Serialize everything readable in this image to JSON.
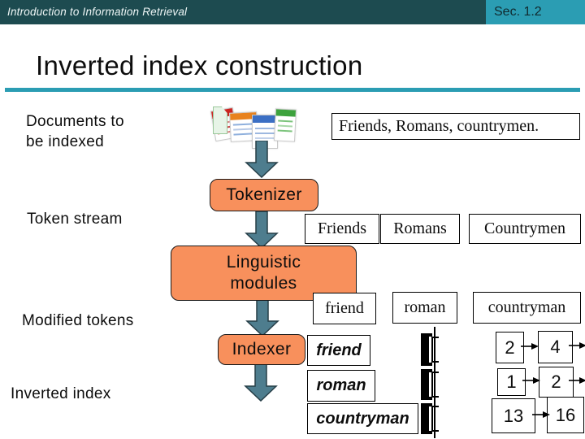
{
  "header": {
    "course": "Introduction to Information Retrieval",
    "section": "Sec. 1.2"
  },
  "title": "Inverted index construction",
  "stage_labels": {
    "documents": "Documents to\nbe indexed",
    "token_stream": "Token stream",
    "modified_tokens": "Modified tokens",
    "inverted_index": "Inverted index"
  },
  "pipeline": {
    "tokenizer": "Tokenizer",
    "linguistic": "Linguistic\nmodules",
    "indexer": "Indexer"
  },
  "source_text": "Friends, Romans, countrymen.",
  "token_stream": [
    "Friends",
    "Romans",
    "Countrymen"
  ],
  "modified_tokens": [
    "friend",
    "roman",
    "countryman"
  ],
  "inverted_index": [
    {
      "term": "friend",
      "postings": [
        "2",
        "4"
      ],
      "continues": true
    },
    {
      "term": "roman",
      "postings": [
        "1",
        "2"
      ],
      "continues": true
    },
    {
      "term": "countryman",
      "postings": [
        "13",
        "16"
      ],
      "continues": false
    }
  ],
  "colors": {
    "header_dark": "#1d4b50",
    "accent_teal": "#2b9db3",
    "box_orange": "#f8905c",
    "arrow_fill": "#4e7d8e",
    "arrow_stroke": "#263e47"
  }
}
